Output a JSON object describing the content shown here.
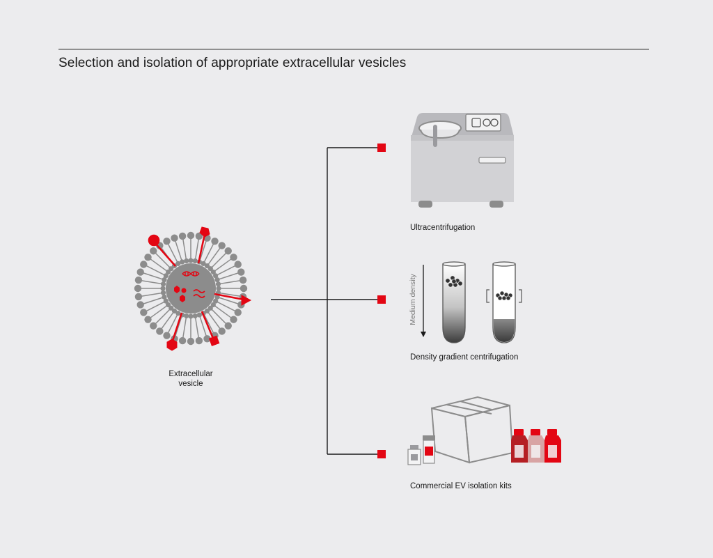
{
  "title": "Selection and isolation of appropriate extracellular vesicles",
  "source": {
    "label_line1": "Extracellular",
    "label_line2": "vesicle"
  },
  "methods": [
    {
      "id": "ultracentrifugation",
      "label": "Ultracentrifugation"
    },
    {
      "id": "density-gradient",
      "label": "Density gradient centrifugation",
      "axis_label": "Medium density"
    },
    {
      "id": "commercial-kits",
      "label": "Commercial EV isolation kits"
    }
  ],
  "colors": {
    "accent": "#e30613",
    "background": "#ececee",
    "membrane": "#8c8c8c",
    "line": "#1a1a1a"
  },
  "icons": [
    "extracellular-vesicle-icon",
    "ultracentrifuge-icon",
    "gradient-tube-icon",
    "kit-box-icon",
    "vial-icon",
    "bottle-icon"
  ]
}
